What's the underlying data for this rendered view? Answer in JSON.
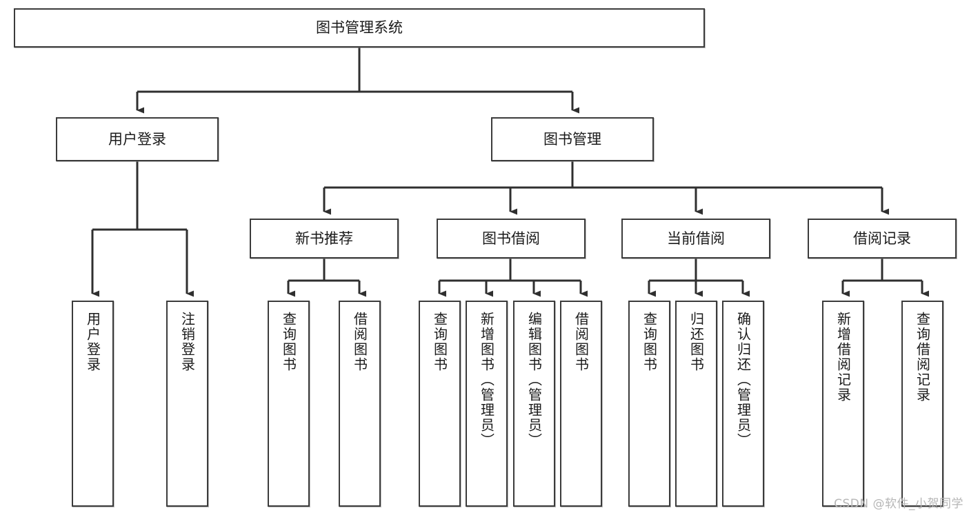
{
  "diagram": {
    "title": "图书管理系统",
    "type": "tree-hierarchy",
    "root": {
      "label": "图书管理系统"
    },
    "level2": [
      {
        "label": "用户登录"
      },
      {
        "label": "图书管理"
      }
    ],
    "level3": [
      {
        "label": "新书推荐"
      },
      {
        "label": "图书借阅"
      },
      {
        "label": "当前借阅"
      },
      {
        "label": "借阅记录"
      }
    ],
    "leaves": {
      "user_login": [
        {
          "label": "用户登录"
        },
        {
          "label": "注销登录"
        }
      ],
      "new_book_recommend": [
        {
          "label": "查询图书"
        },
        {
          "label": "借阅图书"
        }
      ],
      "book_borrow": [
        {
          "label": "查询图书"
        },
        {
          "label": "新增图书（管理员）"
        },
        {
          "label": "编辑图书（管理员）"
        },
        {
          "label": "借阅图书"
        }
      ],
      "current_borrow": [
        {
          "label": "查询图书"
        },
        {
          "label": "归还图书"
        },
        {
          "label": "确认归还（管理员）"
        }
      ],
      "borrow_record": [
        {
          "label": "新增借阅记录"
        },
        {
          "label": "查询借阅记录"
        }
      ]
    }
  },
  "watermark": {
    "text": "CSDN @软件_小贺同学"
  },
  "colors": {
    "border": "#3b3b3b",
    "text": "#1a1a1a",
    "background": "#ffffff",
    "watermark": "#b6b6b6"
  }
}
